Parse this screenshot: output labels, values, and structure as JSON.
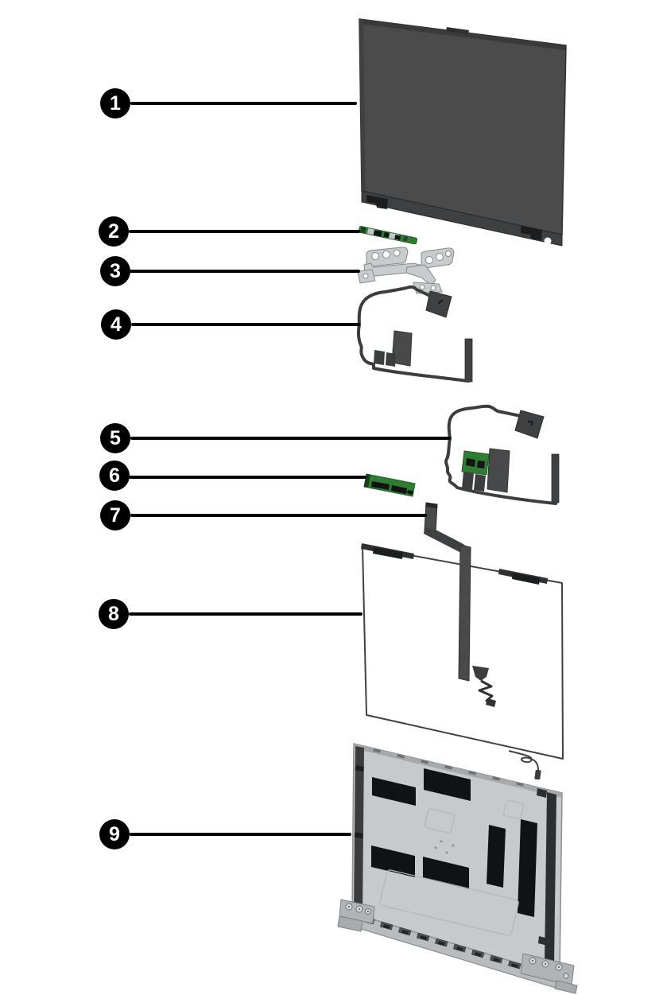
{
  "figure": {
    "description": "Exploded-view service diagram of a laptop display assembly with nine numbered callouts",
    "callouts": [
      {
        "number": "1"
      },
      {
        "number": "2"
      },
      {
        "number": "3"
      },
      {
        "number": "4"
      },
      {
        "number": "5"
      },
      {
        "number": "6"
      },
      {
        "number": "7"
      },
      {
        "number": "8"
      },
      {
        "number": "9"
      }
    ],
    "colors": {
      "page_bg": "#ffffff",
      "callout_bg": "#000000",
      "callout_text": "#ffffff",
      "leader_line": "#000000",
      "panel_gray": "#4b4b4b",
      "panel_dark": "#3a3a3a",
      "tab_black": "#1c1d1e",
      "metal_light": "#c9cccd",
      "metal_edge": "#85898b",
      "pcb_green": "#2f7d32",
      "pcb_green_dark": "#1b5e20",
      "cable_dark": "#3b3d3f",
      "cable_mid": "#484a4c",
      "pad_dark": "#47494b",
      "sheet_outline": "#3f4143",
      "tape_dark": "#2e3032",
      "cover_gray": "#c7c9cb",
      "cover_rail": "#b9bcbe",
      "cover_edge": "#8b8e90",
      "patch_black": "#111213",
      "strip_dark": "#2c2e30"
    }
  }
}
